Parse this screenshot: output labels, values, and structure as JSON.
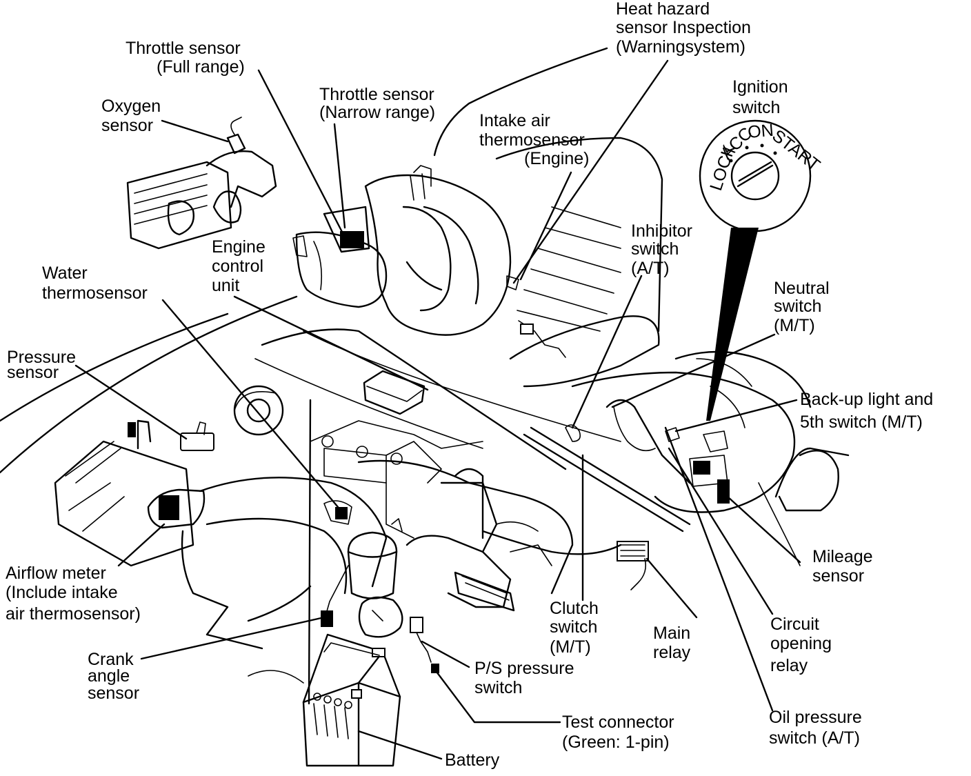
{
  "labels": {
    "heat_hazard": [
      "Heat hazard",
      "sensor Inspection",
      "(Warningsystem)"
    ],
    "throttle_full": [
      "Throttle sensor",
      "(Full range)"
    ],
    "throttle_narrow": [
      "Throttle sensor",
      "(Narrow range)"
    ],
    "oxygen": [
      "Oxygen",
      "sensor"
    ],
    "ignition": [
      "Ignition",
      "switch"
    ],
    "intake_air": [
      "Intake air",
      "thermosensor",
      "(Engine)"
    ],
    "inhibitor": [
      "Inhibitor",
      "switch",
      "(A/T)"
    ],
    "engine_ecu": [
      "Engine",
      "control",
      "unit"
    ],
    "water": [
      "Water",
      "thermosensor"
    ],
    "neutral": [
      "Neutral",
      "switch",
      "(M/T)"
    ],
    "pressure": [
      "Pressure",
      "sensor"
    ],
    "backup": [
      "Back-up light and",
      "5th switch (M/T)"
    ],
    "mileage": [
      "Mileage",
      "sensor"
    ],
    "airflow": [
      "Airflow meter",
      "(Include intake",
      "air thermosensor)"
    ],
    "clutch": [
      "Clutch",
      "switch",
      "(M/T)"
    ],
    "main_relay": [
      "Main",
      "relay"
    ],
    "circuit_relay": [
      "Circuit",
      "opening",
      "relay"
    ],
    "crank": [
      "Crank",
      "angle",
      "sensor"
    ],
    "ps_switch": [
      "P/S pressure",
      "switch"
    ],
    "test_connector": [
      "Test connector",
      "(Green: 1-pin)"
    ],
    "oil_pressure": [
      "Oil pressure",
      "switch (A/T)"
    ],
    "battery": [
      "Battery"
    ]
  },
  "ignition_dial": {
    "lock": "LOCK",
    "acc": "ACC",
    "on": "ON",
    "start": "START"
  }
}
